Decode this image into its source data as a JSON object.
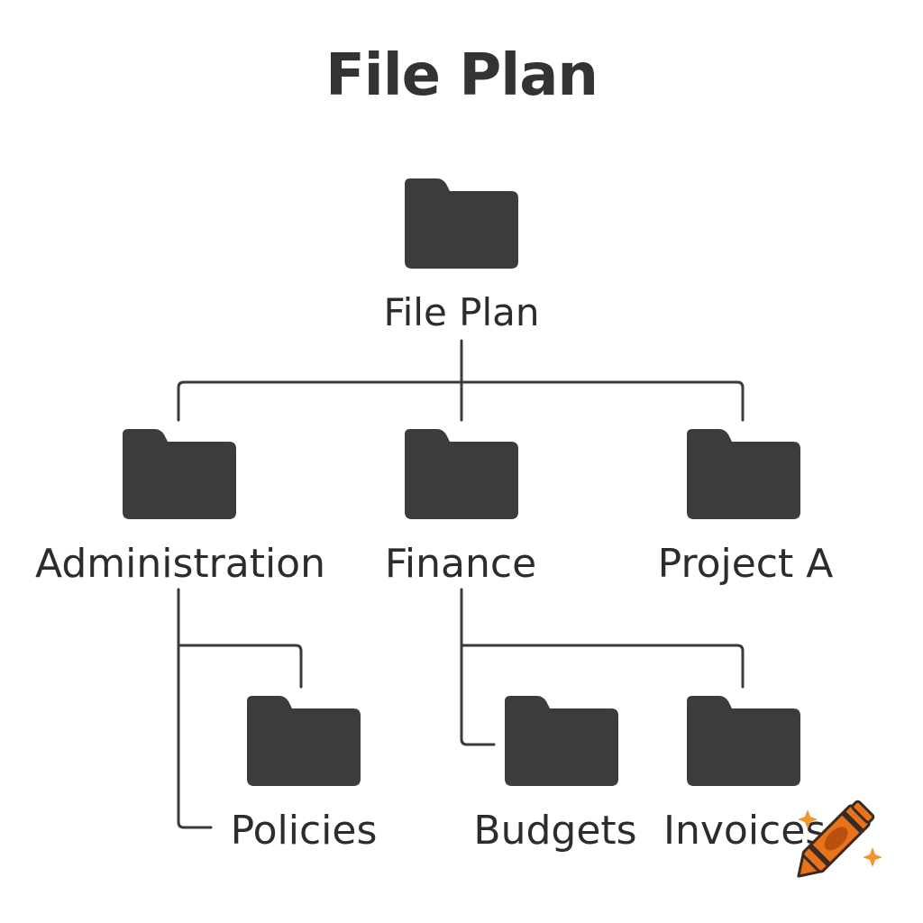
{
  "diagram": {
    "title": "File Plan",
    "root": {
      "label": "File Plan",
      "icon": "folder-icon"
    },
    "level1": [
      {
        "label": "Administration",
        "icon": "folder-icon"
      },
      {
        "label": "Finance",
        "icon": "folder-icon"
      },
      {
        "label": "Project A",
        "icon": "folder-icon"
      }
    ],
    "level2": [
      {
        "label": "Policies",
        "parent": "Administration",
        "icon": "folder-icon"
      },
      {
        "label": "Budgets",
        "parent": "Finance",
        "icon": "folder-icon"
      },
      {
        "label": "Invoices",
        "parent": "Finance",
        "icon": "folder-icon"
      }
    ]
  },
  "colors": {
    "folder": "#3c3c3e",
    "line": "#3a3a3a",
    "text": "#2c2c2c",
    "crayon_orange": "#e8731a",
    "crayon_dark": "#3a2a20",
    "sparkle": "#f0962a"
  },
  "watermark": {
    "icon": "crayon-icon"
  }
}
